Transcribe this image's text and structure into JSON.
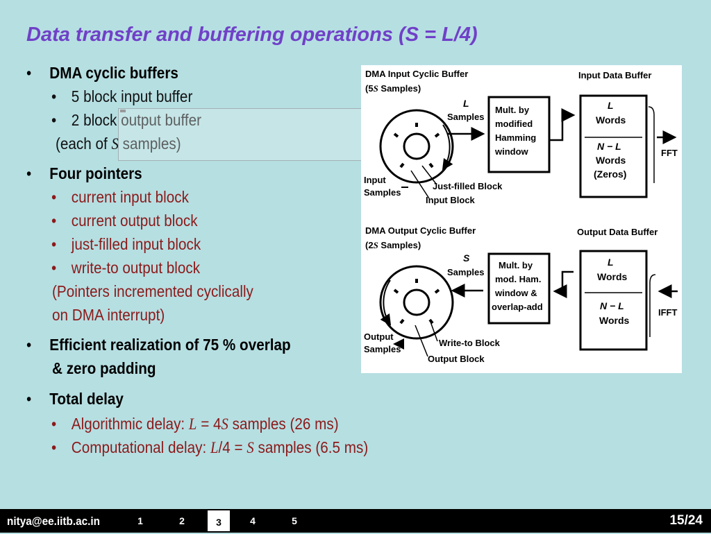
{
  "title": "Data transfer and buffering operations (S = L/4)",
  "bullets": {
    "dma": {
      "heading": "DMA cyclic buffers",
      "items": [
        "5 block input buffer",
        "2 block output buffer"
      ],
      "note_prefix": "(each of ",
      "note_var": "S",
      "note_suffix": " samples)"
    },
    "pointers": {
      "heading": "Four pointers",
      "items": [
        "current input block",
        "current output block",
        "just-filled input block",
        "write-to output block"
      ],
      "note_line1": "(Pointers incremented  cyclically",
      "note_line2": "on DMA interrupt)"
    },
    "efficient": {
      "line1": "Efficient realization of 75 % overlap",
      "line2": "& zero padding"
    },
    "delay": {
      "heading": "Total delay",
      "algo_prefix": "Algorithmic delay: ",
      "algo_var1": "L",
      "algo_mid": " = 4",
      "algo_var2": "S",
      "algo_suffix": " samples (26 ms)",
      "comp_prefix": "Computational delay: ",
      "comp_var1": "L",
      "comp_mid": "/4 = ",
      "comp_var2": "S",
      "comp_suffix": " samples (6.5 ms)"
    }
  },
  "diagram": {
    "input_cyclic_title": "DMA Input Cyclic Buffer",
    "input_cyclic_sub_open": "(5",
    "input_cyclic_sub_var": "S",
    "input_cyclic_sub_close": " Samples)",
    "input_data_buffer": "Input Data Buffer",
    "l_var": "L",
    "samples": "Samples",
    "mult_in": [
      "Mult. by",
      "modified",
      "Hamming",
      "window"
    ],
    "words": "Words",
    "n_minus_l": "N − L",
    "zeros": "(Zeros)",
    "fft": "FFT",
    "input_samples": [
      "Input",
      "Samples"
    ],
    "just_filled": "Just-filled Block",
    "input_block": "Input Block",
    "output_cyclic_title": "DMA Output Cyclic Buffer",
    "output_cyclic_sub_open": "(2",
    "output_cyclic_sub_var": "S",
    "output_cyclic_sub_close": " Samples)",
    "output_data_buffer": "Output Data Buffer",
    "s_var": "S",
    "mult_out": [
      "Mult. by",
      "mod. Ham.",
      "window &",
      "overlap-add"
    ],
    "ifft": "IFFT",
    "output_samples": [
      "Output",
      "Samples"
    ],
    "write_to": "Write-to Block",
    "output_block": "Output Block"
  },
  "footer": {
    "email": "nitya@ee.iitb.ac.in",
    "nav": [
      "1",
      "2",
      "3",
      "4",
      "5"
    ],
    "current_page": "3",
    "page_counter": "15/24"
  },
  "colors": {
    "background": "#b6dfe2",
    "title": "#7040c8",
    "sub_bullet_text": "#8b1a1a"
  }
}
